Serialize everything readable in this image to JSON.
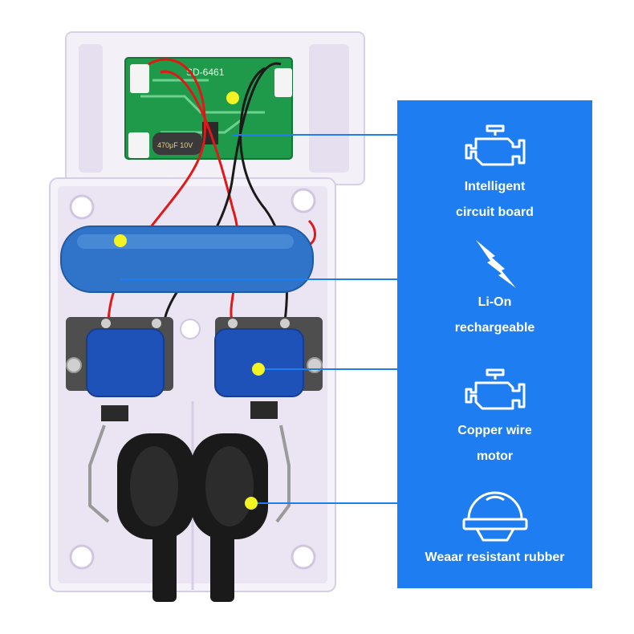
{
  "features": [
    {
      "icon": "engine-icon",
      "label_lines": [
        "Intelligent",
        "circuit board"
      ]
    },
    {
      "icon": "lightning-icon",
      "label_lines": [
        "Li-On",
        "rechargeable"
      ]
    },
    {
      "icon": "engine-icon",
      "label_lines": [
        "Copper wire",
        "motor"
      ]
    },
    {
      "icon": "dome-rubber-icon",
      "label_lines": [
        "Weaar resistant rubber"
      ]
    }
  ],
  "pcb_text": "SD-6461",
  "capacitor_text": "470μF 10V",
  "colors": {
    "panel": "#1e7df0",
    "marker": "#f3f323",
    "leader": "#1e7df0",
    "housing": "#ece6f4"
  }
}
